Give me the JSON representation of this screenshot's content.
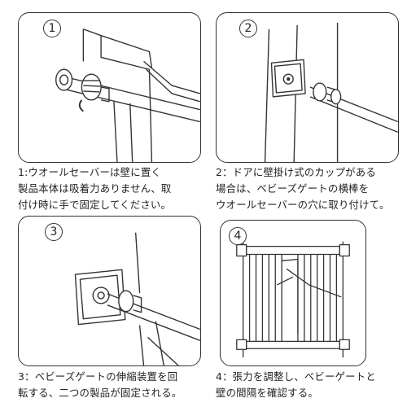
{
  "steps": [
    {
      "number": "1",
      "lines": [
        "1:ウオールセーバーは壁に置く",
        "製品本体は吸着力ありません、取",
        "付け時に手で固定してください。"
      ]
    },
    {
      "number": "2",
      "lines": [
        "2：ドアに壁掛け式のカップがある",
        "場合は、ベビーズゲートの横棒を",
        "ウオールセーバーの穴に取り付けて。"
      ]
    },
    {
      "number": "3",
      "lines": [
        "3：ベビーズゲートの伸縮装置を回",
        "転する、二つの製品が固定される。"
      ]
    },
    {
      "number": "4",
      "lines": [
        "4：張力を調整し、ベビーゲートと",
        "壁の間隔を確認する。"
      ]
    }
  ]
}
